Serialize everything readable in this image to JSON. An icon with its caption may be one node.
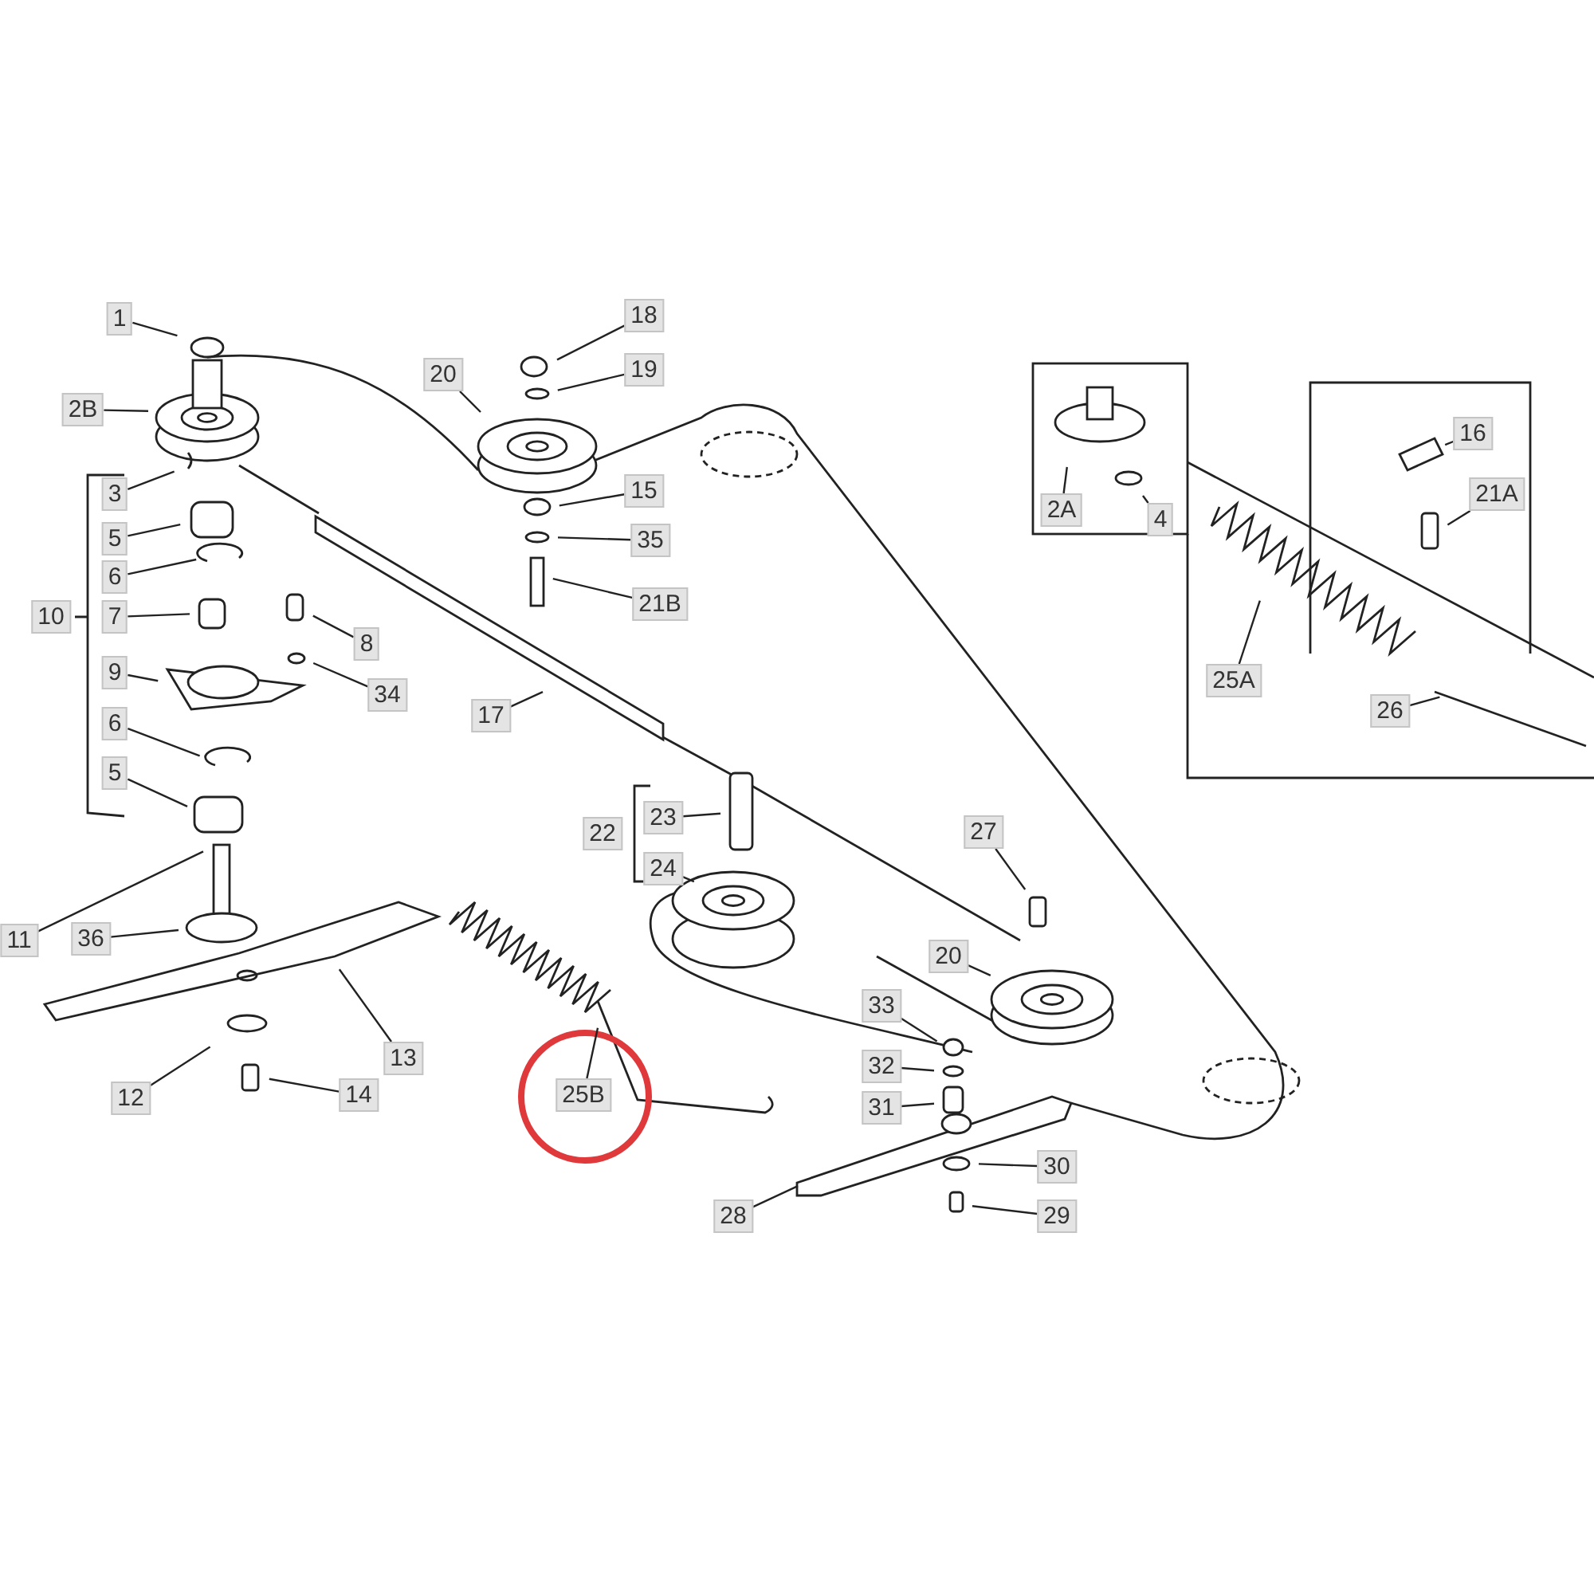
{
  "diagram": {
    "nodes": [
      {
        "text": [
          "1"
        ]
      },
      {
        "text": [
          "2B"
        ]
      },
      {
        "text": [
          "3"
        ]
      },
      {
        "text": [
          "5"
        ]
      },
      {
        "text": [
          "6"
        ]
      },
      {
        "text": [
          "10"
        ]
      },
      {
        "text": [
          "7"
        ]
      },
      {
        "text": [
          "8"
        ]
      },
      {
        "text": [
          "9"
        ]
      },
      {
        "text": [
          "34"
        ]
      },
      {
        "text": [
          "6"
        ]
      },
      {
        "text": [
          "5"
        ]
      },
      {
        "text": [
          "11"
        ]
      },
      {
        "text": [
          "36"
        ]
      },
      {
        "text": [
          "12"
        ]
      },
      {
        "text": [
          "14"
        ]
      },
      {
        "text": [
          "13"
        ]
      },
      {
        "text": [
          "18"
        ]
      },
      {
        "text": [
          "19"
        ]
      },
      {
        "text": [
          "20"
        ]
      },
      {
        "text": [
          "15"
        ]
      },
      {
        "text": [
          "35"
        ]
      },
      {
        "text": [
          "21B"
        ]
      },
      {
        "text": [
          "17"
        ]
      },
      {
        "text": [
          "2A"
        ]
      },
      {
        "text": [
          "4"
        ]
      },
      {
        "text": [
          "16"
        ]
      },
      {
        "text": [
          "21A"
        ]
      },
      {
        "text": [
          "25A"
        ]
      },
      {
        "text": [
          "26"
        ]
      },
      {
        "text": [
          "23"
        ]
      },
      {
        "text": [
          "24"
        ]
      },
      {
        "text": [
          "27"
        ]
      },
      {
        "text": [
          "20"
        ]
      },
      {
        "text": [
          "33"
        ]
      },
      {
        "text": [
          "32"
        ]
      },
      {
        "text": [
          "31"
        ]
      },
      {
        "text": [
          "25B"
        ]
      },
      {
        "text": [
          "28"
        ]
      },
      {
        "text": [
          "30"
        ]
      },
      {
        "text": [
          "29"
        ]
      },
      {
        "text": [
          "22"
        ]
      }
    ],
    "edges": [
      {
        "from": 0,
        "to": null,
        "arrow": "none"
      },
      {
        "from": 1,
        "to": null,
        "arrow": "none"
      },
      {
        "from": 2,
        "to": null,
        "arrow": "none"
      },
      {
        "from": 3,
        "to": null,
        "arrow": "none"
      },
      {
        "from": 4,
        "to": null,
        "arrow": "none"
      },
      {
        "from": 6,
        "to": null,
        "arrow": "none"
      },
      {
        "from": 7,
        "to": null,
        "arrow": "none"
      },
      {
        "from": 8,
        "to": null,
        "arrow": "none"
      },
      {
        "from": 9,
        "to": null,
        "arrow": "none"
      },
      {
        "from": 10,
        "to": null,
        "arrow": "none"
      },
      {
        "from": 11,
        "to": null,
        "arrow": "none"
      },
      {
        "from": 12,
        "to": null,
        "arrow": "none"
      },
      {
        "from": 13,
        "to": null,
        "arrow": "none"
      },
      {
        "from": 14,
        "to": null,
        "arrow": "none"
      },
      {
        "from": 15,
        "to": null,
        "arrow": "none"
      },
      {
        "from": 16,
        "to": null,
        "arrow": "none"
      },
      {
        "from": 17,
        "to": null,
        "arrow": "none"
      },
      {
        "from": 18,
        "to": null,
        "arrow": "none"
      },
      {
        "from": 19,
        "to": null,
        "arrow": "none"
      },
      {
        "from": 20,
        "to": null,
        "arrow": "none"
      },
      {
        "from": 21,
        "to": null,
        "arrow": "none"
      },
      {
        "from": 22,
        "to": null,
        "arrow": "none"
      },
      {
        "from": 23,
        "to": null,
        "arrow": "none"
      },
      {
        "from": 24,
        "to": null,
        "arrow": "none"
      },
      {
        "from": 25,
        "to": null,
        "arrow": "none"
      },
      {
        "from": 26,
        "to": null,
        "arrow": "none"
      },
      {
        "from": 27,
        "to": null,
        "arrow": "none"
      },
      {
        "from": 28,
        "to": null,
        "arrow": "none"
      },
      {
        "from": 29,
        "to": null,
        "arrow": "none"
      },
      {
        "from": 30,
        "to": null,
        "arrow": "none"
      },
      {
        "from": 31,
        "to": null,
        "arrow": "none"
      },
      {
        "from": 32,
        "to": null,
        "arrow": "none"
      },
      {
        "from": 33,
        "to": null,
        "arrow": "none"
      },
      {
        "from": 34,
        "to": null,
        "arrow": "none"
      },
      {
        "from": 35,
        "to": null,
        "arrow": "none"
      },
      {
        "from": 36,
        "to": null,
        "arrow": "none"
      },
      {
        "from": 37,
        "to": null,
        "arrow": "none"
      },
      {
        "from": 38,
        "to": null,
        "arrow": "none"
      },
      {
        "from": 39,
        "to": null,
        "arrow": "none"
      },
      {
        "from": 40,
        "to": null,
        "arrow": "none"
      }
    ]
  }
}
